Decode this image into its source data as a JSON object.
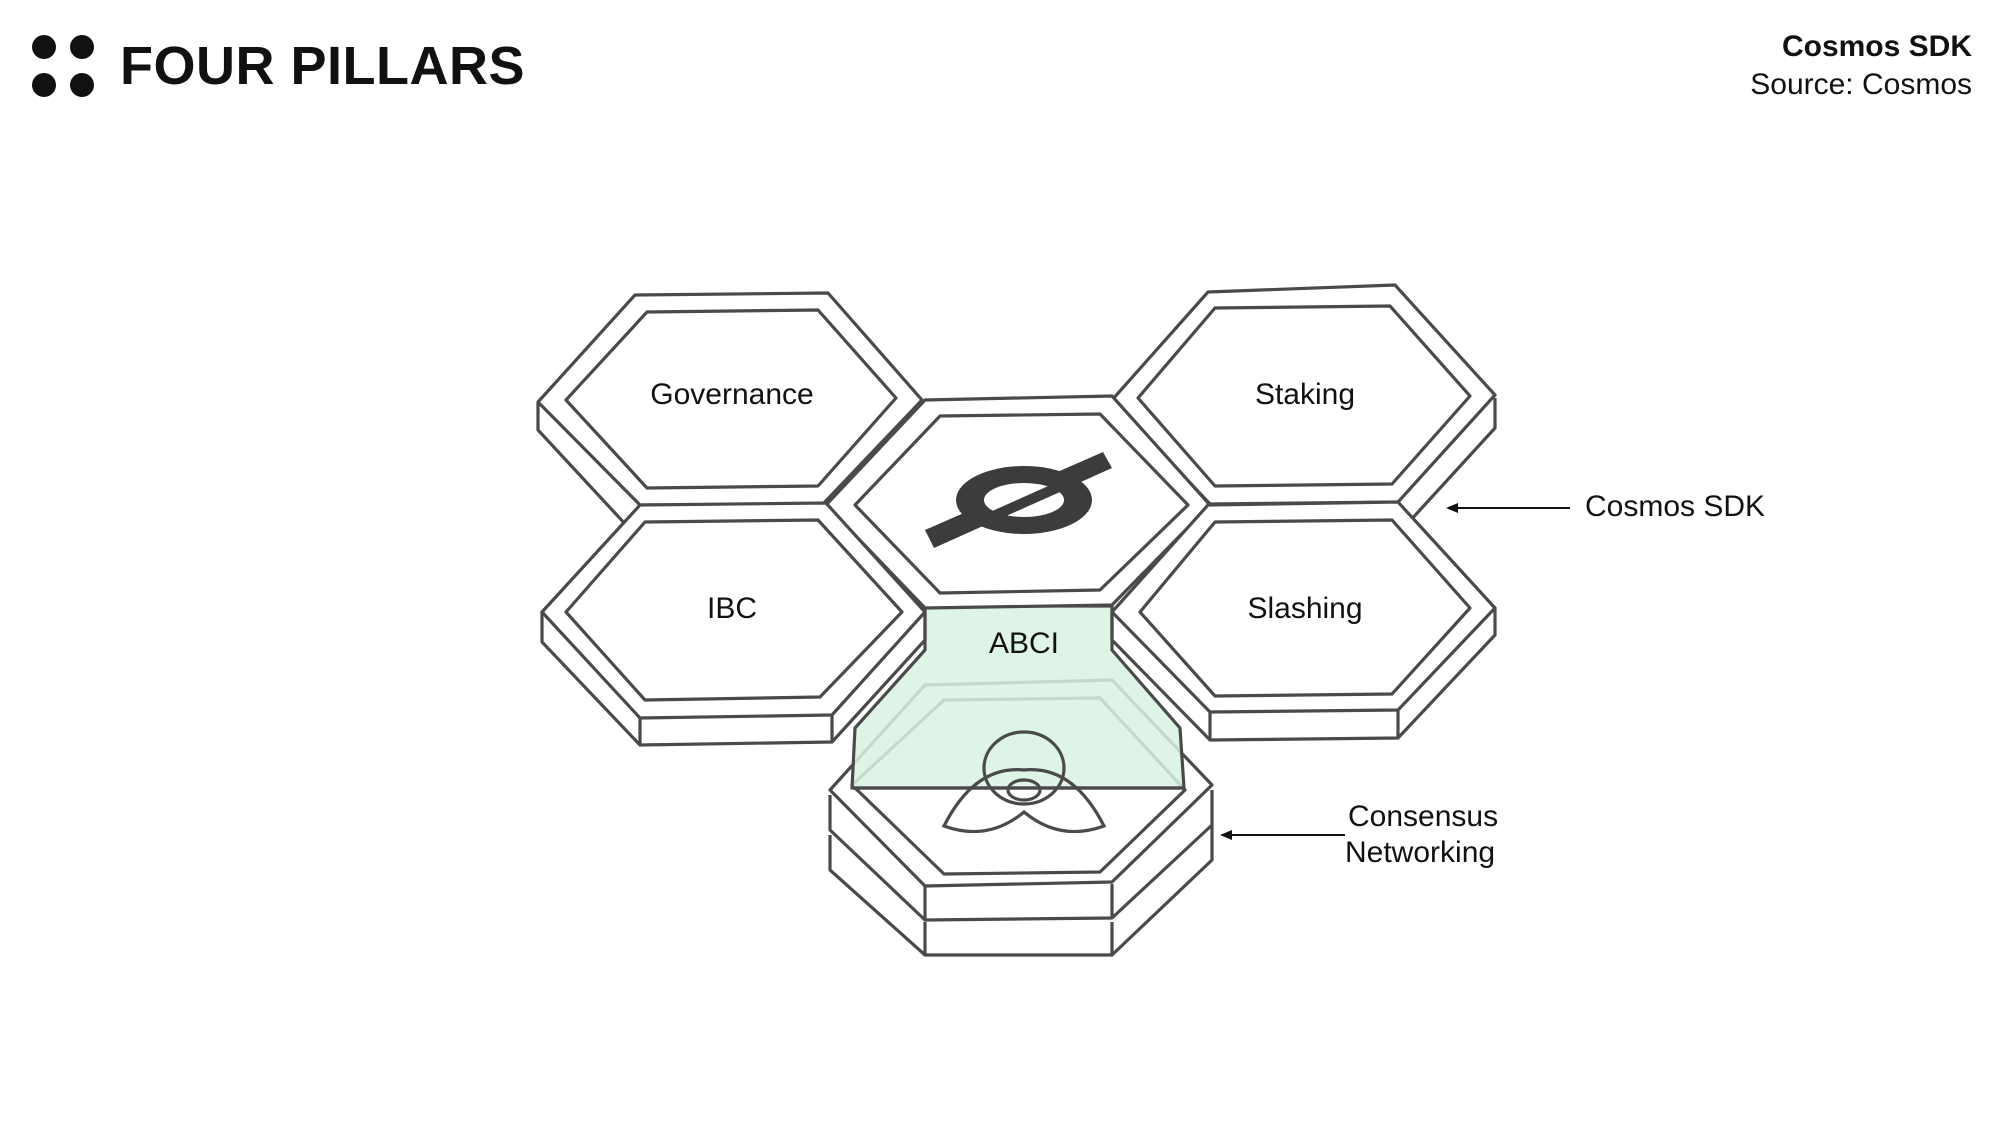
{
  "brand": {
    "name": "FOUR PILLARS"
  },
  "meta": {
    "title": "Cosmos SDK",
    "source": "Source: Cosmos"
  },
  "diagram": {
    "modules": {
      "governance": "Governance",
      "staking": "Staking",
      "ibc": "IBC",
      "slashing": "Slashing"
    },
    "interface_label": "ABCI",
    "callouts": {
      "sdk": "Cosmos SDK",
      "consensus": "Consensus",
      "networking": "Networking"
    },
    "colors": {
      "outline": "#4a4a4a",
      "abci_fill": "#d8f2e2",
      "logo": "#3c3c3c"
    }
  }
}
